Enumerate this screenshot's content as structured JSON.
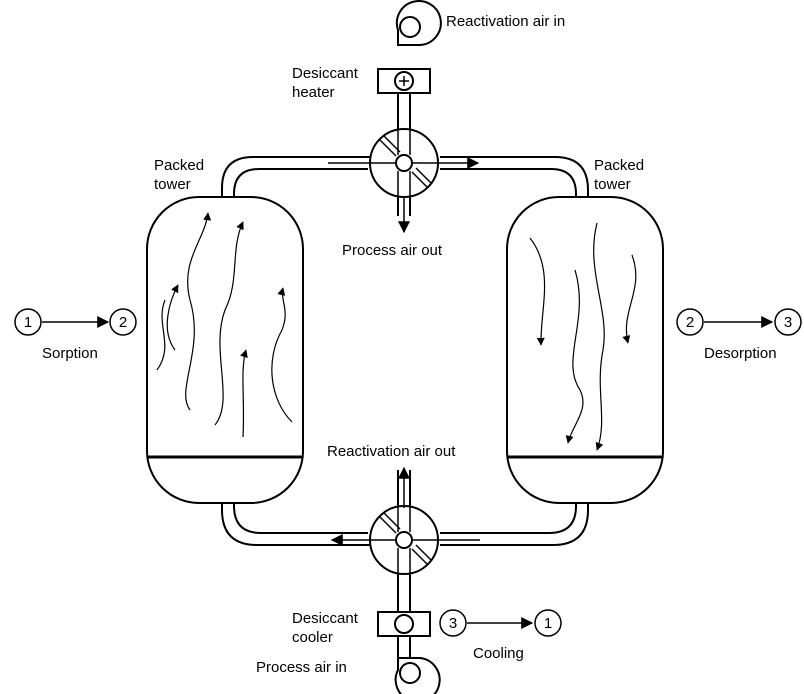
{
  "labels": {
    "reactivation_air_in": "Reactivation air in",
    "desiccant_heater_1": "Desiccant",
    "desiccant_heater_2": "heater",
    "packed_tower_left_1": "Packed",
    "packed_tower_left_2": "tower",
    "packed_tower_right_1": "Packed",
    "packed_tower_right_2": "tower",
    "process_air_out": "Process air out",
    "reactivation_air_out": "Reactivation air out",
    "desiccant_cooler_1": "Desiccant",
    "desiccant_cooler_2": "cooler",
    "process_air_in": "Process air in",
    "sorption": "Sorption",
    "desorption": "Desorption",
    "cooling": "Cooling"
  },
  "states": {
    "sorption": {
      "from": "1",
      "to": "2"
    },
    "desorption": {
      "from": "2",
      "to": "3"
    },
    "cooling": {
      "from": "3",
      "to": "1"
    }
  },
  "icons": {
    "fan": "blower-fan-icon",
    "heater": "heater-plus-icon",
    "cooler": "cooler-circle-icon",
    "valve": "four-way-valve-icon"
  }
}
